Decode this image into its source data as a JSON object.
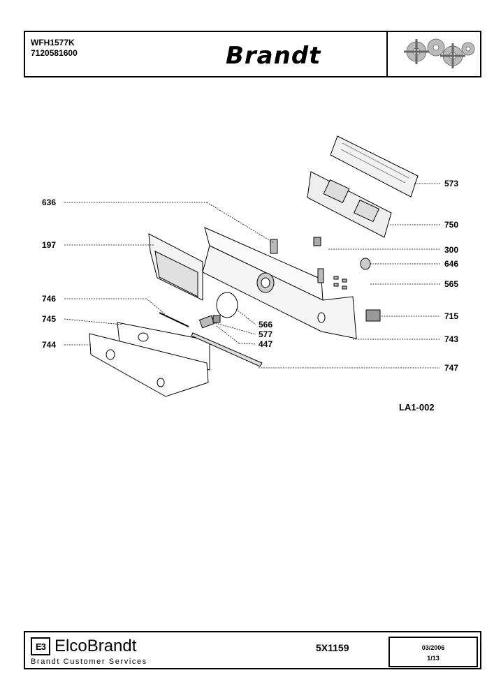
{
  "header": {
    "model": "WFH1577K",
    "part_number": "7120581600",
    "brand": "Brandt",
    "gear_icon": "gears-logo-icon"
  },
  "diagram": {
    "code": "LA1-002",
    "callouts": {
      "c573": "573",
      "c636": "636",
      "c750": "750",
      "c197": "197",
      "c300": "300",
      "c646": "646",
      "c565": "565",
      "c746": "746",
      "c715": "715",
      "c745": "745",
      "c566": "566",
      "c577": "577",
      "c447": "447",
      "c743": "743",
      "c744": "744",
      "c747": "747"
    }
  },
  "footer": {
    "logo_mark": "E3",
    "company": "ElcoBrandt",
    "subtitle": "Brandt Customer Services",
    "reference": "5X1159",
    "date": "03/2006",
    "page": "1/13"
  }
}
